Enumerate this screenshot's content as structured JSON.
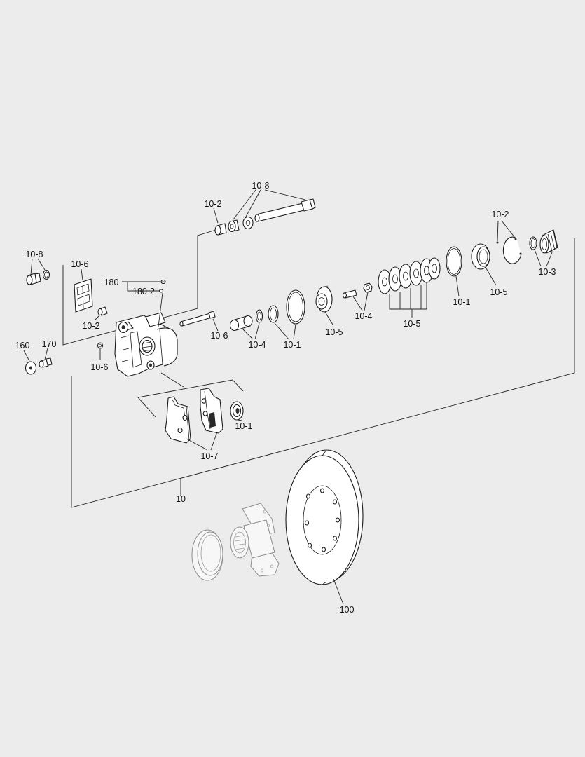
{
  "colors": {
    "background": "#ececec",
    "line": "#222222",
    "ghost": "#8d8d8d"
  },
  "labels": {
    "p10_8_top": "10-8",
    "p10_2_top": "10-2",
    "p10_8_left": "10-8",
    "p10_6_left": "10-6",
    "p180": "180",
    "p180_2": "180-2",
    "p10_2_left": "10-2",
    "p160": "160",
    "p170": "170",
    "p10_6_bolt": "10-6",
    "p10_6_pin": "10-6",
    "p10_4_mid": "10-4",
    "p10_1_mid": "10-1",
    "p10_5_mid": "10-5",
    "p10_4_right": "10-4",
    "p10_5_washers": "10-5",
    "p10_1_right": "10-1",
    "p10_5_right": "10-5",
    "p10_2_right": "10-2",
    "p10_3": "10-3",
    "p10_1_lower": "10-1",
    "p10_7": "10-7",
    "p10": "10",
    "p100": "100"
  }
}
